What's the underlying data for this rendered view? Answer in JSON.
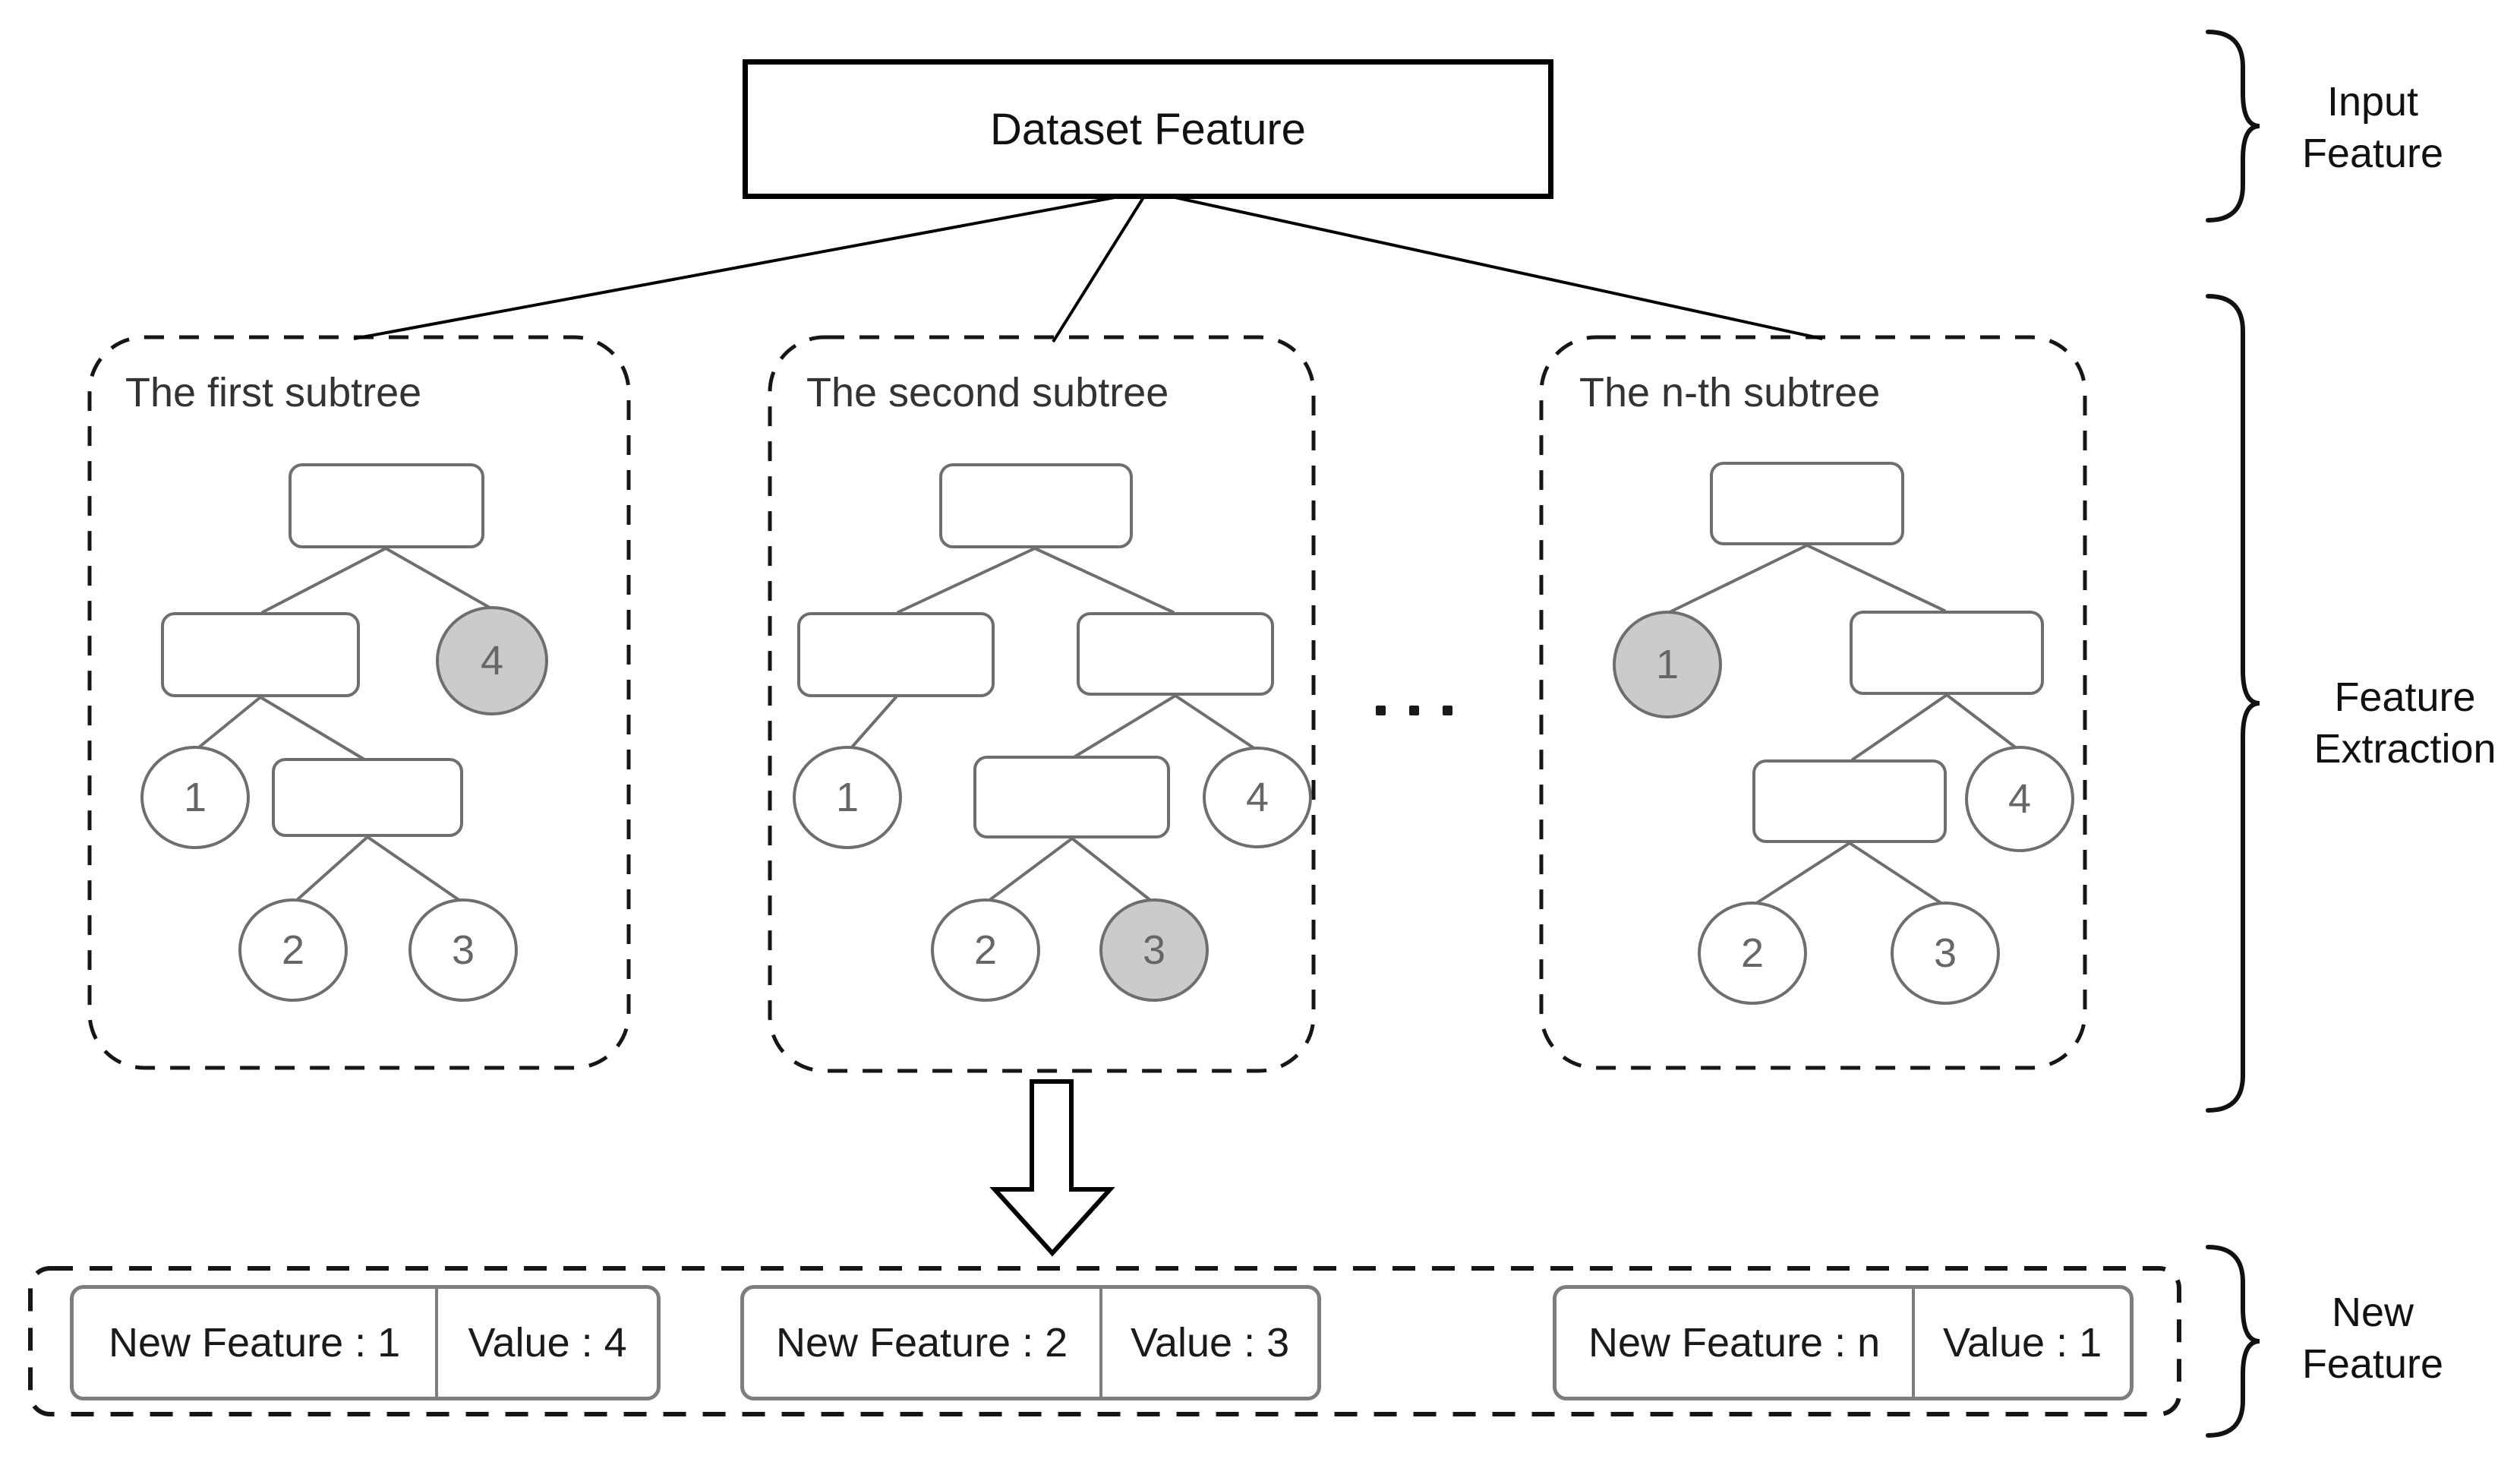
{
  "dataset_feature": {
    "label": "Dataset Feature"
  },
  "subtrees": [
    {
      "title": "The first subtree",
      "leaves": [
        "1",
        "2",
        "3",
        "4"
      ],
      "highlighted_leaf": "4"
    },
    {
      "title": "The second subtree",
      "leaves": [
        "1",
        "2",
        "3",
        "4"
      ],
      "highlighted_leaf": "3"
    },
    {
      "title": "The n-th subtree",
      "leaves": [
        "1",
        "2",
        "3",
        "4"
      ],
      "highlighted_leaf": "1"
    }
  ],
  "ellipsis": "...",
  "new_features": [
    {
      "label": "New Feature : 1",
      "value": "Value : 4"
    },
    {
      "label": "New Feature : 2",
      "value": "Value : 3"
    },
    {
      "label": "New Feature : n",
      "value": "Value : 1"
    }
  ],
  "side_labels": {
    "input": [
      "Input",
      "Feature"
    ],
    "extraction": [
      "Feature",
      "Extraction"
    ],
    "new": [
      "New",
      "Feature"
    ]
  },
  "colors": {
    "node_border": "#6e6e6e",
    "highlight_fill": "#cbcbcb",
    "outline": "#111111"
  }
}
